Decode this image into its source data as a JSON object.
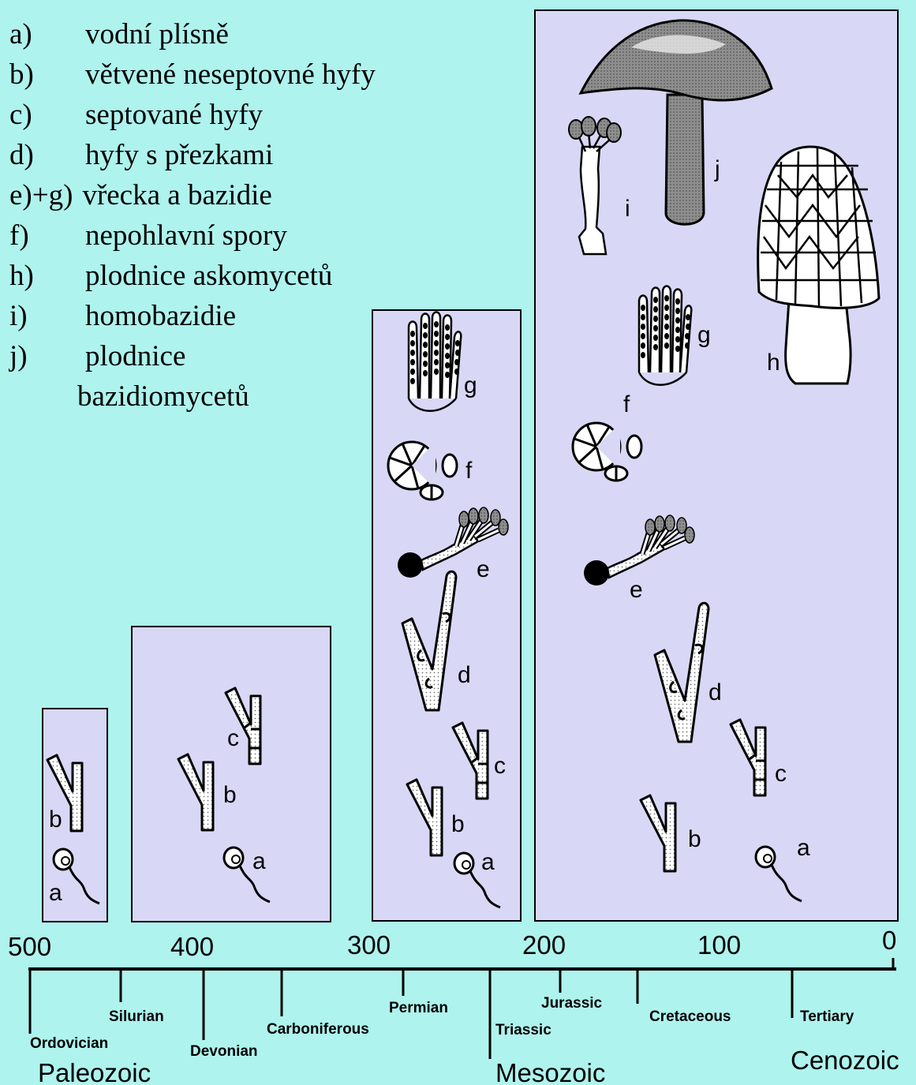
{
  "legend": [
    {
      "key": "a)",
      "text": "vodní plísně"
    },
    {
      "key": "b)",
      "text": "větvené neseptovné hyfy"
    },
    {
      "key": "c)",
      "text": "septované hyfy"
    },
    {
      "key": "d)",
      "text": "hyfy s přezkami"
    },
    {
      "key": "e)+g)",
      "text": "vřecka a bazidie"
    },
    {
      "key": "f)",
      "text": "nepohlavní spory"
    },
    {
      "key": "h)",
      "text": "plodnice askomycetů"
    },
    {
      "key": "i)",
      "text": "homobazidie"
    },
    {
      "key": "j)",
      "text": "plodnice"
    }
  ],
  "legend_continuation": "bazidiomycetů",
  "letters": {
    "a": "a",
    "b": "b",
    "c": "c",
    "d": "d",
    "e": "e",
    "f": "f",
    "g": "g",
    "h": "h",
    "i": "i",
    "j": "j"
  },
  "timeline": {
    "ticks": [
      "500",
      "400",
      "300",
      "200",
      "100",
      "0"
    ],
    "periods": [
      "Ordovician",
      "Silurian",
      "Devonian",
      "Carboniferous",
      "Permian",
      "Triassic",
      "Jurassic",
      "Cretaceous",
      "Tertiary"
    ],
    "eras": [
      "Paleozoic",
      "Mesozoic",
      "Cenozoic"
    ]
  },
  "colors": {
    "background": "#aef3ee",
    "panel": "#d8d8f6",
    "ink": "#000000",
    "shade": "#8a8a8a"
  }
}
